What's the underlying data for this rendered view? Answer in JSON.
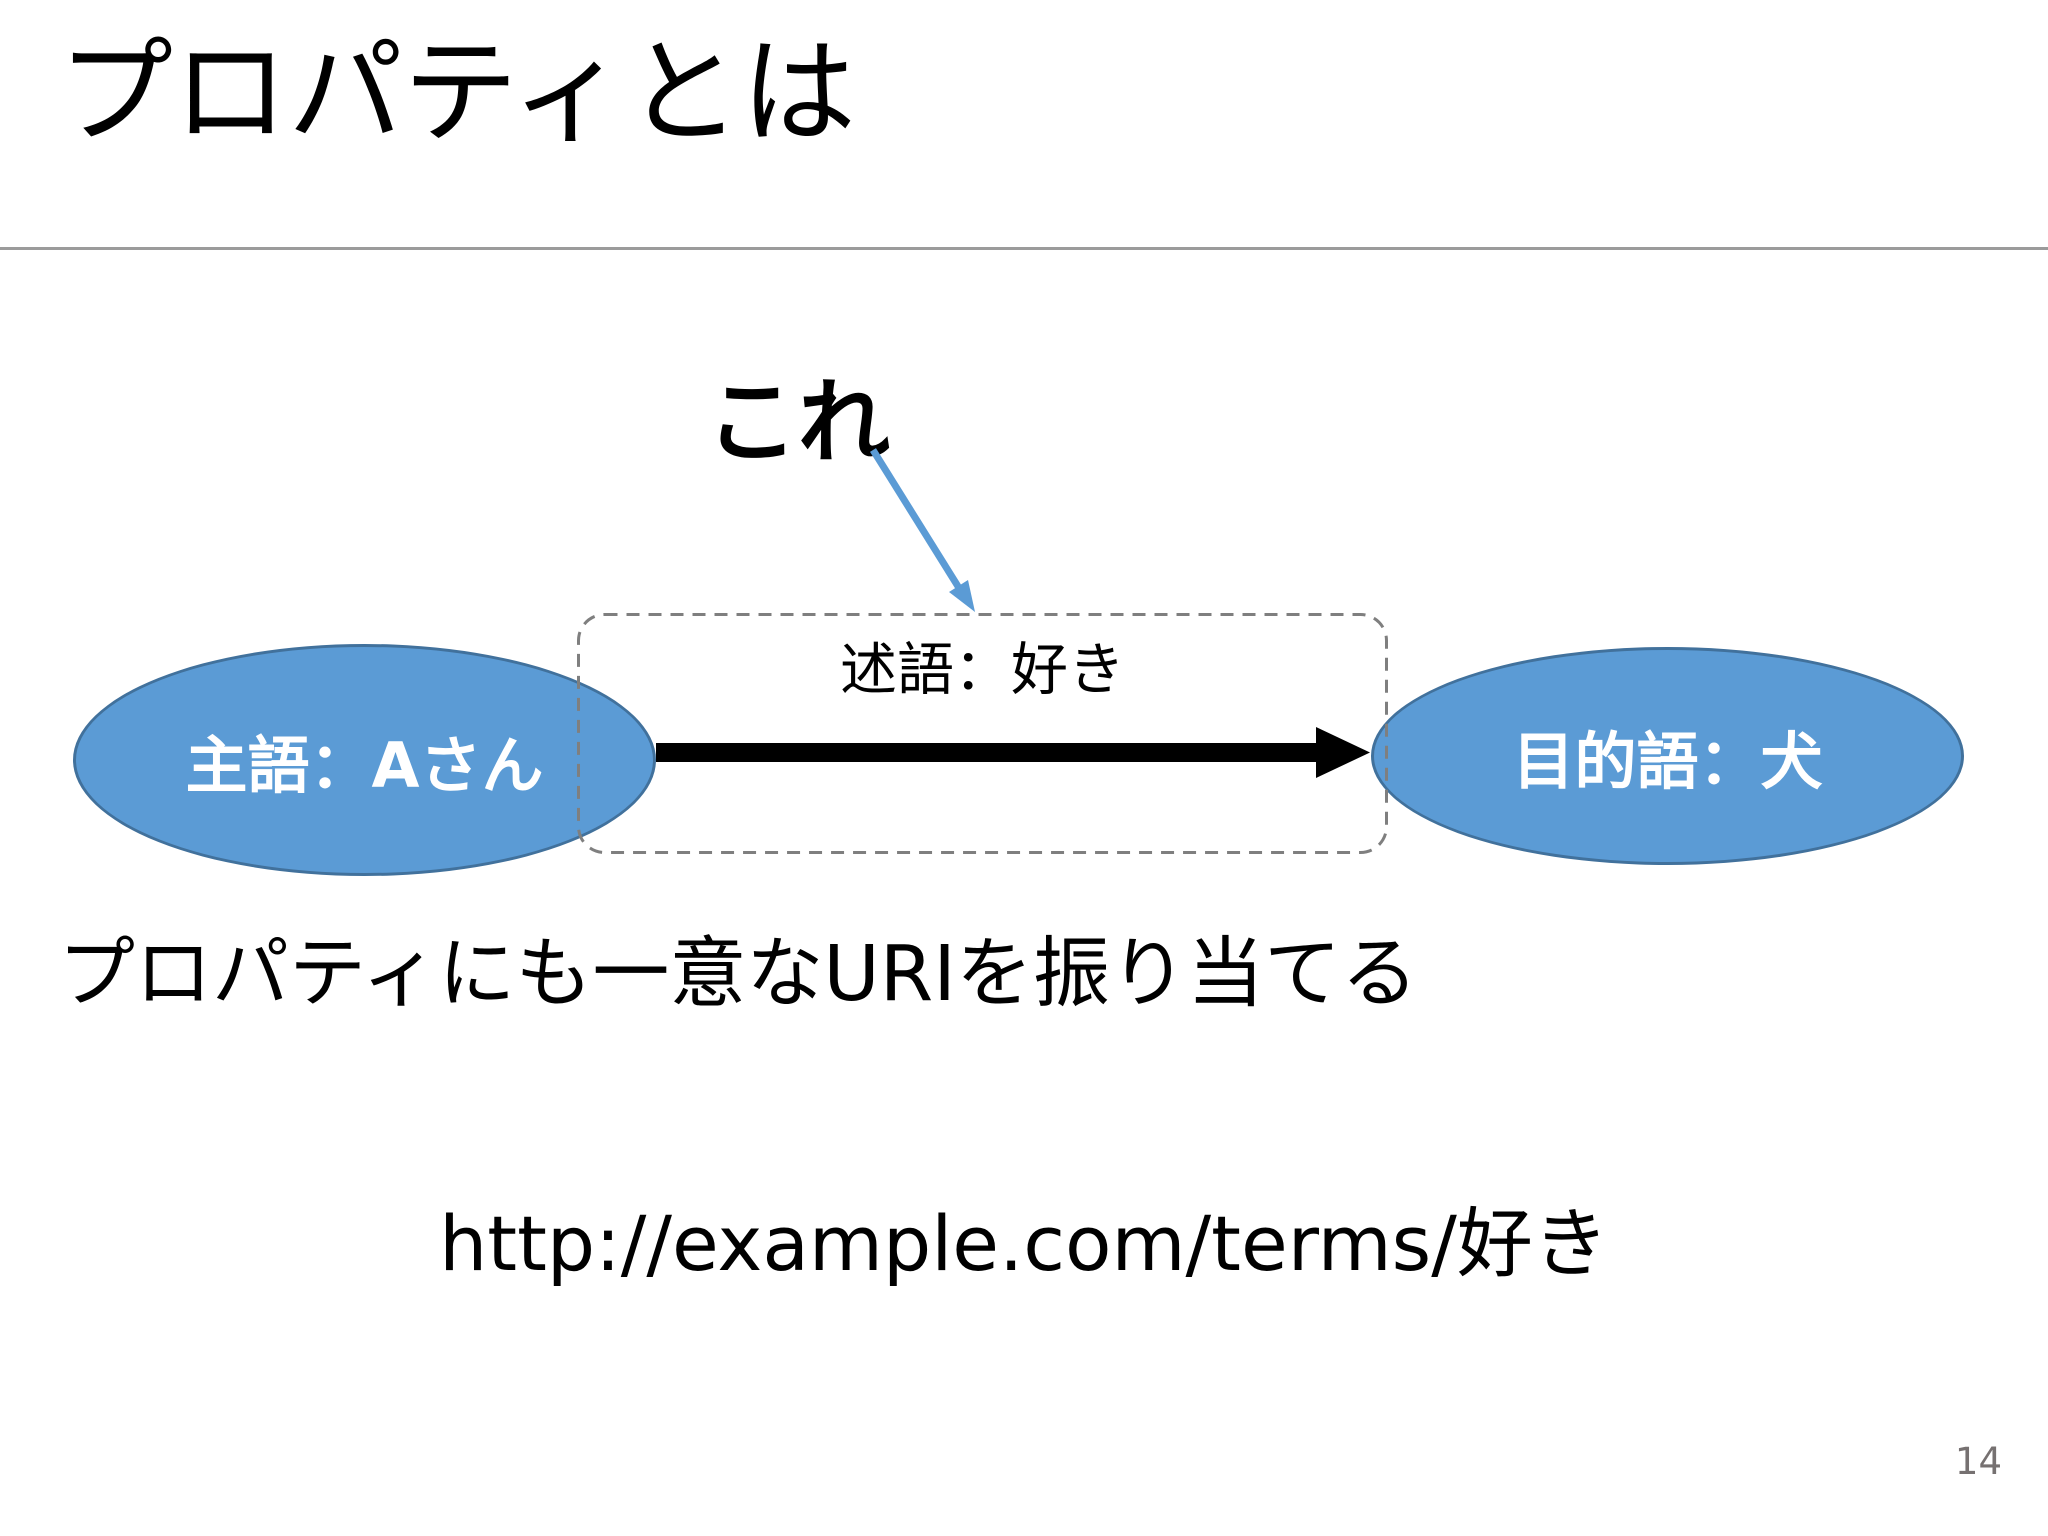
{
  "slide": {
    "title": "プロパティとは",
    "page_number": "14"
  },
  "diagram": {
    "pointer_label": "これ",
    "predicate_box_label": "述語：好き",
    "subject_node_label": "主語：Aさん",
    "object_node_label": "目的語：犬"
  },
  "body": {
    "caption": "プロパティにも一意なURIを振り当てる",
    "uri": "http://example.com/terms/好き"
  },
  "colors": {
    "node_fill": "#5B9BD5",
    "node_border": "#41719C",
    "pointer_arrow_blue": "#5B9BD5",
    "predicate_arrow_black": "#000000",
    "dashed_box_gray": "#7F7F7F",
    "separator_gray": "#9B9B9B",
    "page_number_gray": "#767171"
  }
}
